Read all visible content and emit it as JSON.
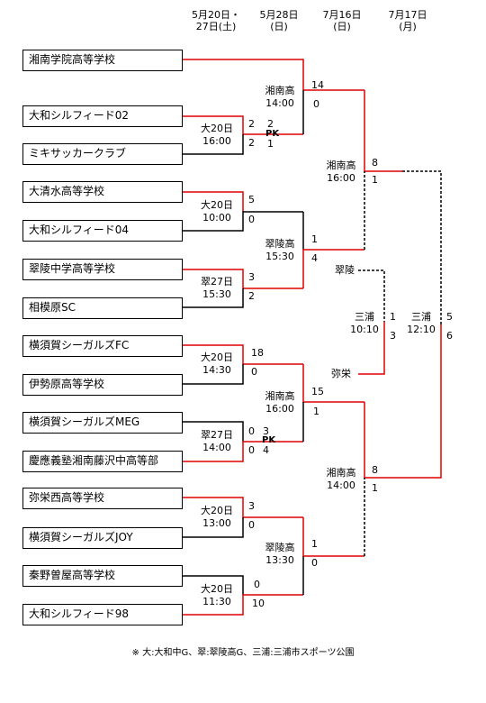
{
  "headers": [
    {
      "line1": "5月20日・",
      "line2": "27日(土)"
    },
    {
      "line1": "5月28日",
      "line2": "(日)"
    },
    {
      "line1": "7月16日",
      "line2": "(日)"
    },
    {
      "line1": "7月17日",
      "line2": "(月)"
    }
  ],
  "teams": [
    "湘南学院高等学校",
    "大和シルフィード02",
    "ミキサッカークラブ",
    "大清水高等学校",
    "大和シルフィード04",
    "翠陵中学高等学校",
    "相模原SC",
    "横須賀シーガルズFC",
    "伊勢原高等学校",
    "横須賀シーガルズMEG",
    "慶應義塾湘南藤沢中高等部",
    "弥栄西高等学校",
    "横須賀シーガルズJOY",
    "秦野曽屋高等学校",
    "大和シルフィード98"
  ],
  "r1": [
    {
      "venue": "大20日",
      "time": "16:00",
      "top": "2",
      "bot": "2"
    },
    {
      "venue": "大20日",
      "time": "10:00",
      "top": "5",
      "bot": "0"
    },
    {
      "venue": "翠27日",
      "time": "15:30",
      "top": "3",
      "bot": "2"
    },
    {
      "venue": "大20日",
      "time": "14:30",
      "top": "18",
      "bot": "0"
    },
    {
      "venue": "翠27日",
      "time": "14:00",
      "top": "0",
      "bot": "0"
    },
    {
      "venue": "大20日",
      "time": "13:00",
      "top": "3",
      "bot": "0"
    },
    {
      "venue": "大20日",
      "time": "11:30",
      "top": "0",
      "bot": "10"
    }
  ],
  "r1_inner": [
    {
      "top": "2",
      "bot": "1",
      "pk": "PK"
    },
    {
      "top": "3",
      "bot": "4",
      "pk": "PK"
    }
  ],
  "r2": [
    {
      "venue": "湘南高",
      "time": "14:00",
      "top": "14",
      "bot": "0"
    },
    {
      "venue": "翠陵高",
      "time": "15:30",
      "top": "1",
      "bot": "4"
    },
    {
      "venue": "湘南高",
      "time": "16:00",
      "top": "15",
      "bot": "1"
    },
    {
      "venue": "翠陵高",
      "time": "13:30",
      "top": "1",
      "bot": "0"
    }
  ],
  "r3": [
    {
      "venue": "湘南高",
      "time": "16:00",
      "top": "8",
      "bot": "1"
    },
    {
      "venue": "湘南高",
      "time": "14:00",
      "top": "8",
      "bot": "1"
    }
  ],
  "side": {
    "upper": "翠陵",
    "lower": "弥栄",
    "venue": "三浦",
    "time": "10:10",
    "top": "1",
    "bot": "3"
  },
  "final": {
    "venue": "三浦",
    "time": "12:10",
    "top": "5",
    "bot": "6"
  },
  "note": "※ 大:大和中G、翠:翠陵高G、三浦:三浦市スポーツ公園",
  "colors": {
    "winner": "#e00000",
    "line": "#000000"
  }
}
